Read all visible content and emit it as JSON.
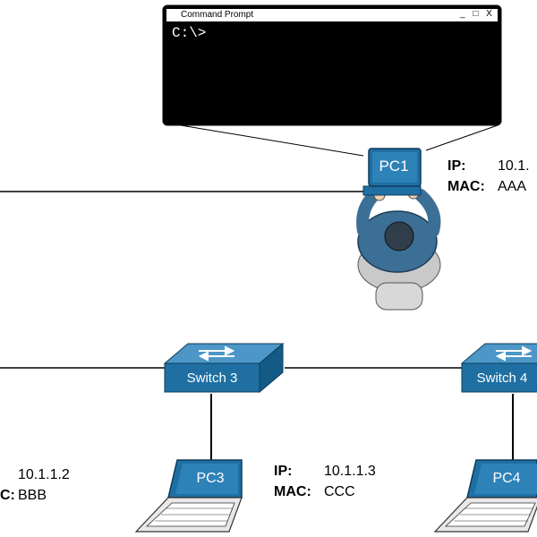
{
  "command_prompt": {
    "title": "Command Prompt",
    "controls": "_ □ X",
    "prompt": "C:\\>"
  },
  "devices": {
    "pc1": {
      "label": "PC1",
      "ip_label": "IP:",
      "ip": "10.1.",
      "mac_label": "MAC:",
      "mac": "AAA"
    },
    "pc2": {
      "ip": "10.1.1.2",
      "mac_label": "C:",
      "mac": "BBB"
    },
    "pc3": {
      "label": "PC3",
      "ip_label": "IP:",
      "ip": "10.1.1.3",
      "mac_label": "MAC:",
      "mac": "CCC"
    },
    "pc4": {
      "label": "PC4"
    },
    "switch3": {
      "label": "Switch 3"
    },
    "switch4": {
      "label": "Switch 4"
    }
  },
  "colors": {
    "device_blue": "#1f6fa3",
    "device_dark": "#145a86",
    "terminal_bg": "#000000",
    "line": "#000000"
  }
}
